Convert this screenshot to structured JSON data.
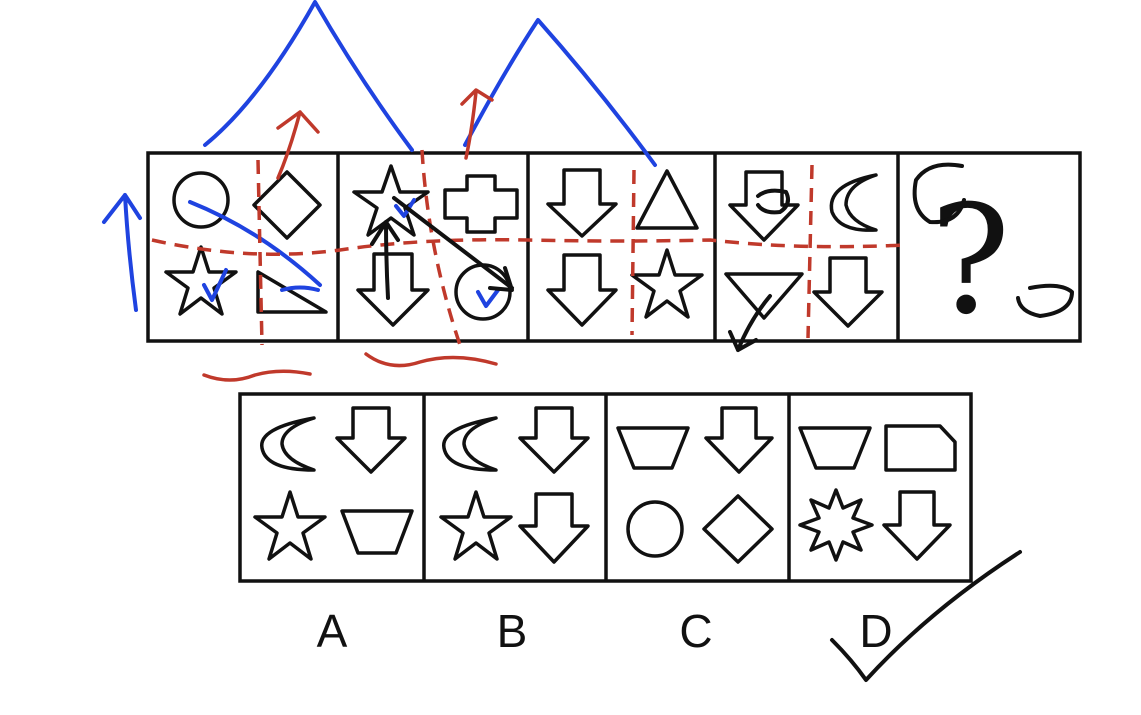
{
  "question_row": {
    "panels": [
      {
        "id": "panel-1",
        "shapes": [
          "circle",
          "diamond",
          "star",
          "right-triangle"
        ]
      },
      {
        "id": "panel-2",
        "shapes": [
          "star",
          "cross",
          "down-arrow",
          "circle"
        ]
      },
      {
        "id": "panel-3",
        "shapes": [
          "down-arrow",
          "triangle",
          "down-arrow",
          "star"
        ]
      },
      {
        "id": "panel-4",
        "shapes": [
          "down-arrow",
          "crescent",
          "down-triangle",
          "down-arrow"
        ]
      }
    ],
    "unknown_mark": "?"
  },
  "options": [
    {
      "label": "A",
      "shapes": [
        "crescent",
        "down-arrow",
        "star",
        "trapezoid"
      ]
    },
    {
      "label": "B",
      "shapes": [
        "crescent",
        "down-arrow",
        "star",
        "down-arrow"
      ]
    },
    {
      "label": "C",
      "shapes": [
        "trapezoid",
        "down-arrow",
        "circle",
        "diamond"
      ]
    },
    {
      "label": "D",
      "shapes": [
        "trapezoid",
        "cut-corner-rectangle",
        "eight-point-star",
        "down-arrow"
      ]
    }
  ],
  "annotations": {
    "correct_option": "D",
    "ink_colors": {
      "blue": "#1f43e0",
      "red": "#c0392b",
      "black": "#111111"
    }
  }
}
